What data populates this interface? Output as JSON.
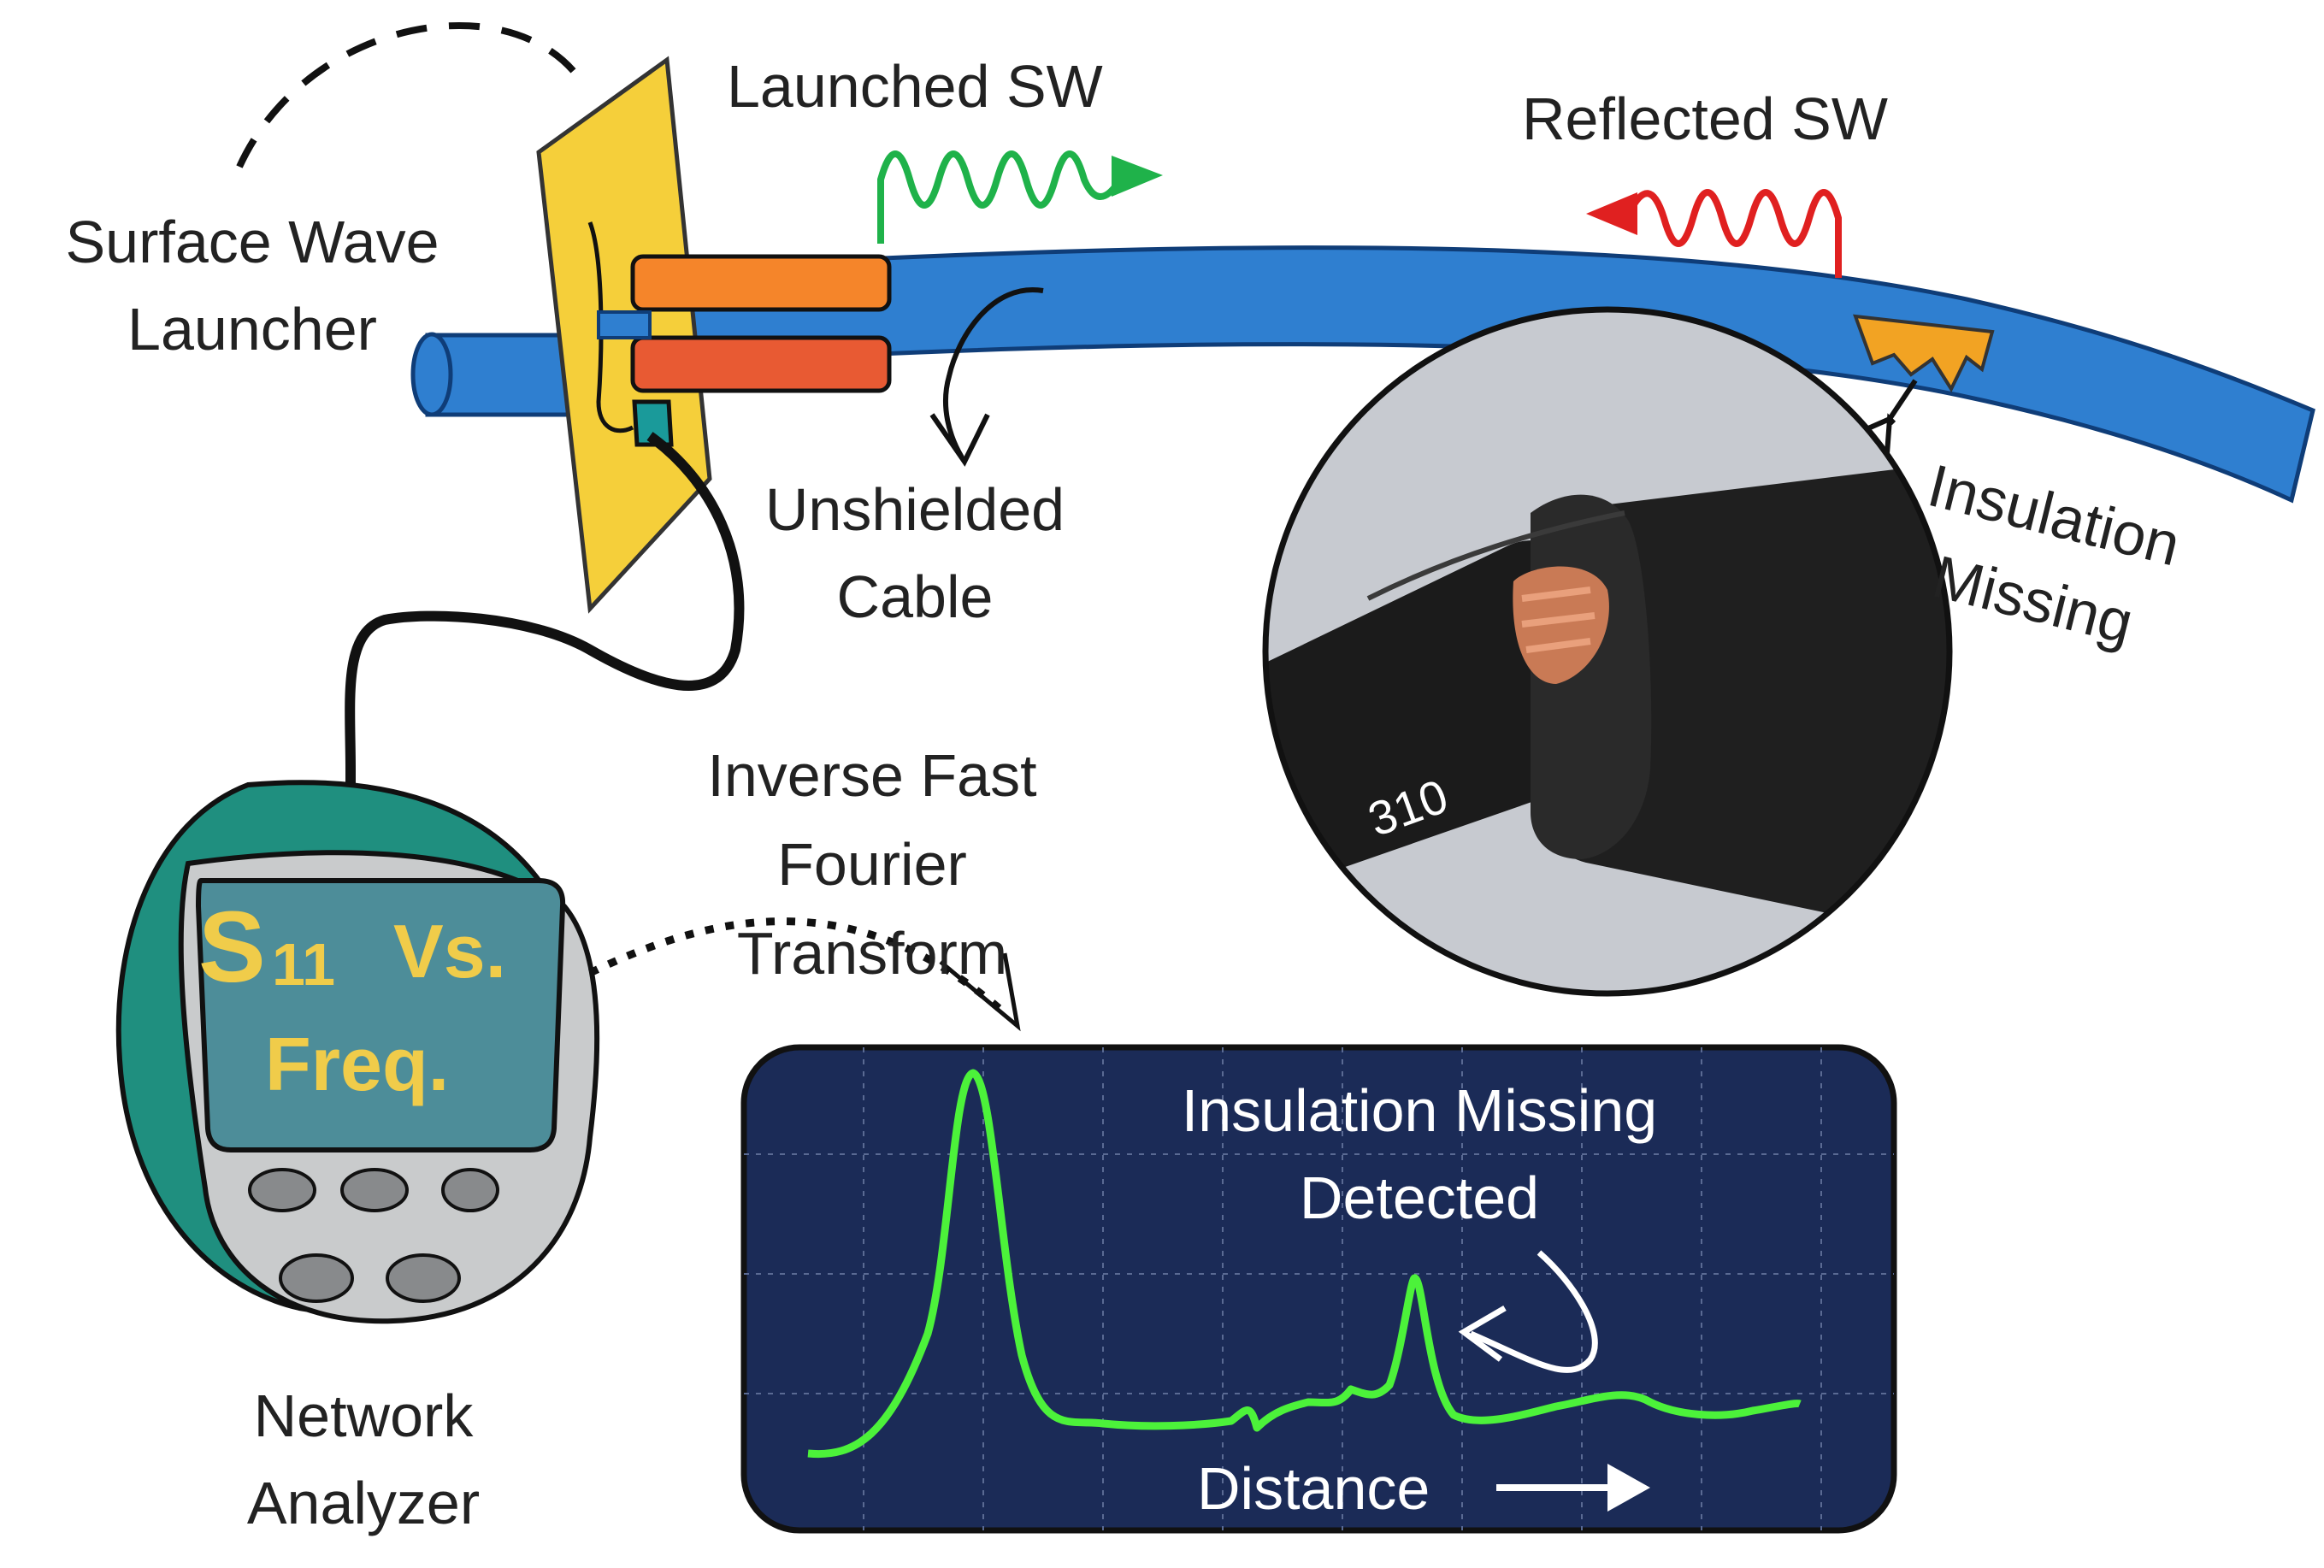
{
  "labels": {
    "launcher_line1": "Surface Wave",
    "launcher_line2": "Launcher",
    "launched_sw": "Launched SW",
    "reflected_sw": "Reflected SW",
    "unshielded_line1": "Unshielded",
    "unshielded_line2": "Cable",
    "insulation_line1": "Insulation",
    "insulation_line2": "Missing",
    "ifft_line1": "Inverse Fast",
    "ifft_line2": "Fourier",
    "ifft_line3": "Transform",
    "analyzer_line1": "Network",
    "analyzer_line2": "Analyzer"
  },
  "analyzer_screen": {
    "s": "S",
    "sub": "11",
    "vs": "Vs.",
    "freq": "Freq."
  },
  "plot": {
    "detected_line1": "Insulation Missing",
    "detected_line2": "Detected",
    "distance": "Distance"
  },
  "photo": {
    "cable_marking": "310"
  },
  "colors": {
    "cable": "#2f7fd0",
    "launcher": "#f5cf3a",
    "launched_wave": "#1fb24a",
    "reflected_wave": "#e02020",
    "plot_background": "#1b2b57",
    "plot_trace": "#4cf23a",
    "analyzer_body": "#1f8f7f",
    "analyzer_screen": "#4d8d99",
    "damage": "#f2a323"
  }
}
